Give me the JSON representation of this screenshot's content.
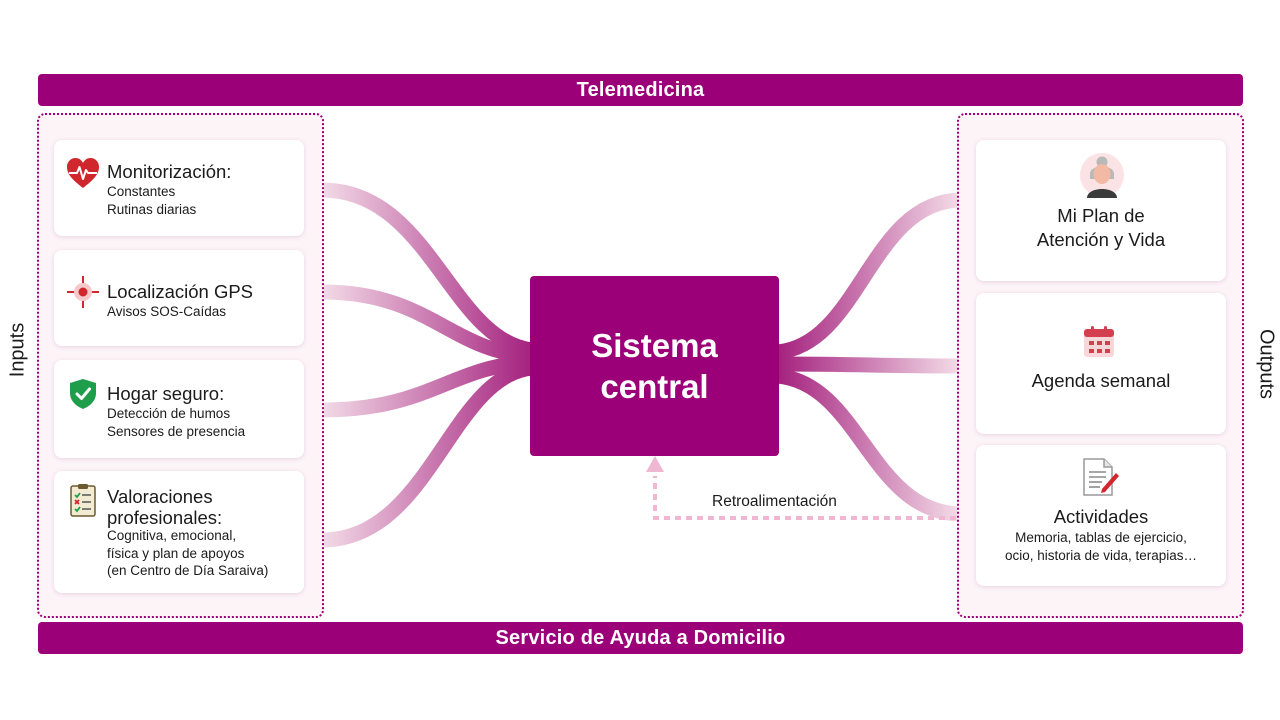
{
  "bands": {
    "top": "Telemedicina",
    "bottom": "Servicio de Ayuda a Domicilio"
  },
  "side_labels": {
    "inputs": "Inputs",
    "outputs": "Outputs"
  },
  "central": {
    "label": "Sistema\ncentral"
  },
  "feedback": {
    "label": "Retroalimentación"
  },
  "inputs": [
    {
      "icon": "heart-pulse-icon",
      "title": "Monitorización:",
      "desc": "Constantes\nRutinas diarias"
    },
    {
      "icon": "gps-target-icon",
      "title": "Localización GPS",
      "desc": "Avisos SOS-Caídas"
    },
    {
      "icon": "shield-check-icon",
      "title": "Hogar seguro:",
      "desc": "Detección de humos\nSensores de presencia"
    },
    {
      "icon": "clipboard-checklist-icon",
      "title": "Valoraciones\nprofesionales:",
      "desc": "Cognitiva, emocional,\nfísica y plan de apoyos\n(en Centro de Día Saraiva)"
    }
  ],
  "outputs": [
    {
      "icon": "elderly-person-icon",
      "title": "Mi Plan de\nAtención y Vida",
      "desc": ""
    },
    {
      "icon": "calendar-icon",
      "title": "Agenda semanal",
      "desc": ""
    },
    {
      "icon": "document-pencil-icon",
      "title": "Actividades",
      "desc": "Memoria, tablas de ejercicio,\nocio, historia de vida, terapias…"
    }
  ],
  "colors": {
    "primary": "#9c0078",
    "panel_bg": "#fdf4f8",
    "connector_light": "#f3dbe7",
    "heart": "#d0262d",
    "shield": "#1e9e4a",
    "calendar": "#d43f4f"
  }
}
